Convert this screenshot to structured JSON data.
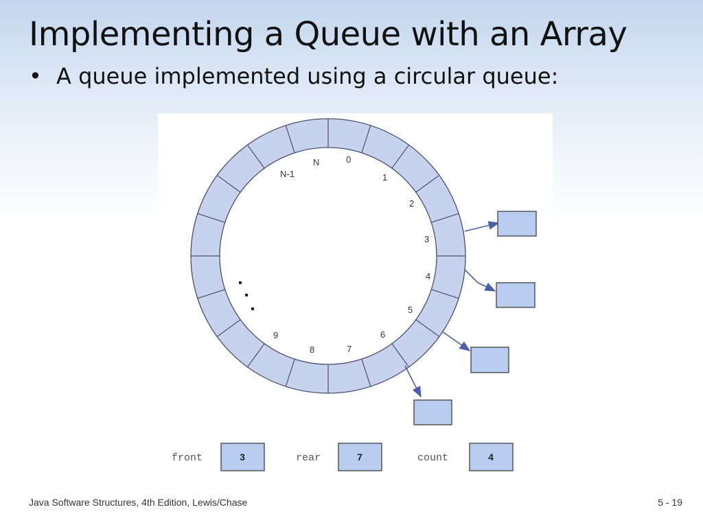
{
  "slide": {
    "title": "Implementing a Queue with an Array",
    "bullet": "A queue implemented using a circular queue:",
    "footer_left": "Java Software Structures, 4th Edition, Lewis/Chase",
    "footer_right": "5 - 19"
  },
  "diagram": {
    "index_labels": [
      {
        "text": "N",
        "slot": "n"
      },
      {
        "text": "0",
        "slot": "0"
      },
      {
        "text": "N-1",
        "slot": "nm1"
      },
      {
        "text": "1",
        "slot": "1"
      },
      {
        "text": "2",
        "slot": "2"
      },
      {
        "text": "3",
        "slot": "3"
      },
      {
        "text": "4",
        "slot": "4"
      },
      {
        "text": "5",
        "slot": "5"
      },
      {
        "text": "6",
        "slot": "6"
      },
      {
        "text": "7",
        "slot": "7"
      },
      {
        "text": "8",
        "slot": "8"
      },
      {
        "text": "9",
        "slot": "9"
      }
    ],
    "variables": [
      {
        "name": "front",
        "value": "3"
      },
      {
        "name": "rear",
        "value": "7"
      },
      {
        "name": "count",
        "value": "4"
      }
    ],
    "colors": {
      "cell_fill": "#c7d3ee",
      "cell_stroke": "#4a4e6a",
      "arrow": "#4a5fa8",
      "box_fill": "#b9cdf0"
    }
  }
}
